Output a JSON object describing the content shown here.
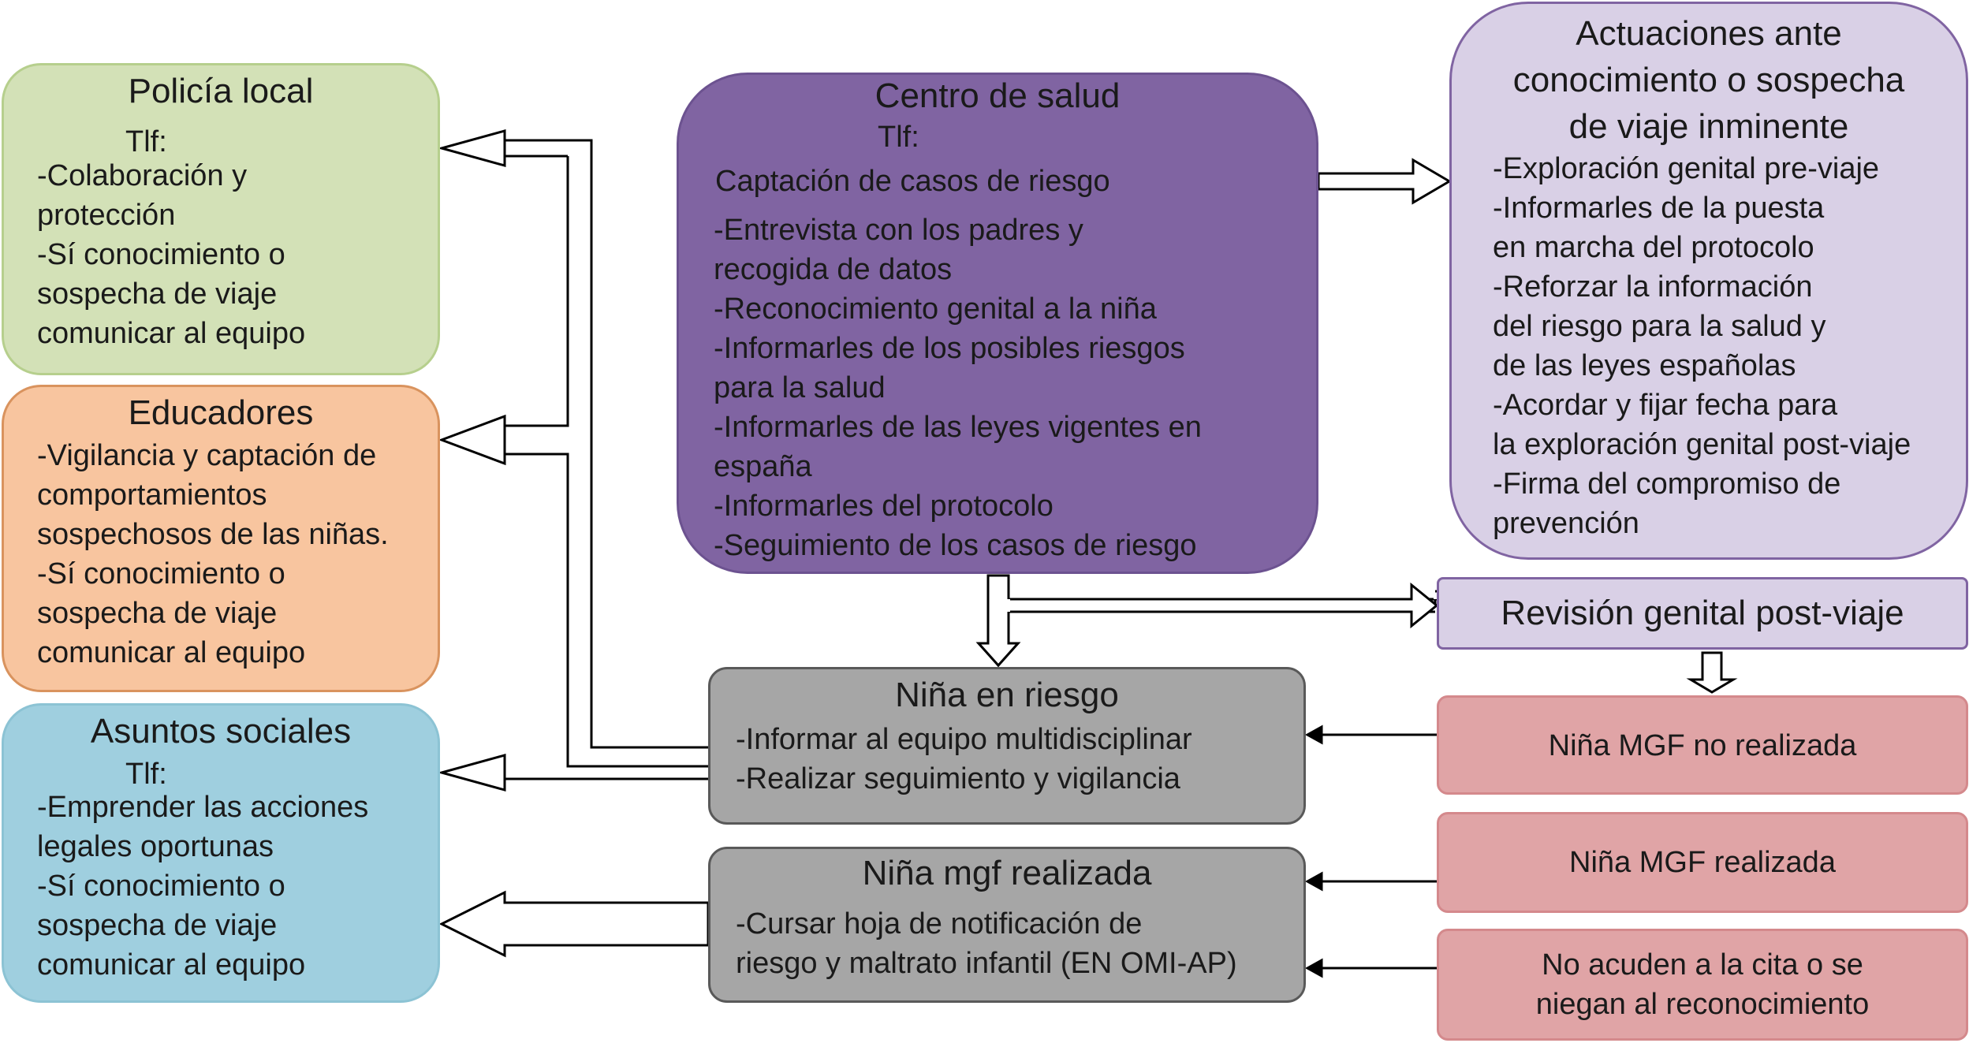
{
  "policia": {
    "title": "Policía local",
    "tlf": "Tlf:",
    "lines": [
      "-Colaboración y",
      "protección",
      "-Sí conocimiento o",
      "sospecha de viaje",
      "comunicar al equipo"
    ]
  },
  "educadores": {
    "title": "Educadores",
    "lines": [
      "-Vigilancia y captación de",
      "comportamientos",
      "sospechosos de las niñas.",
      "-Sí conocimiento o",
      "sospecha de viaje",
      "comunicar al equipo"
    ]
  },
  "asuntos": {
    "title": "Asuntos sociales",
    "tlf": "Tlf:",
    "lines": [
      "-Emprender las acciones",
      "legales oportunas",
      "-Sí conocimiento o",
      "sospecha de viaje",
      "comunicar al equipo"
    ]
  },
  "centro": {
    "title": "Centro de salud",
    "tlf": "Tlf:",
    "subtitle": "Captación de casos de riesgo",
    "lines": [
      "-Entrevista con los padres y",
      "recogida de datos",
      "-Reconocimiento genital a la niña",
      "-Informarles de los posibles riesgos",
      "para la salud",
      "-Informarles de las leyes vigentes en",
      "españa",
      "-Informarles del protocolo",
      "-Seguimiento de los casos de riesgo"
    ]
  },
  "actuaciones": {
    "title_lines": [
      "Actuaciones ante",
      "conocimiento o sospecha",
      "de viaje inminente"
    ],
    "lines": [
      "-Exploración genital pre-viaje",
      "-Informarles de la puesta",
      "en marcha del protocolo",
      "-Reforzar la información",
      "del riesgo para la salud y",
      "de las leyes españolas",
      "-Acordar y fijar fecha para",
      "la exploración genital post-viaje",
      "-Firma del compromiso de",
      "prevención"
    ]
  },
  "revision": {
    "title": "Revisión genital post-viaje"
  },
  "nina_riesgo": {
    "title": "Niña en riesgo",
    "lines": [
      "-Informar al equipo multidisciplinar",
      "-Realizar seguimiento y vigilancia"
    ]
  },
  "nina_mgf": {
    "title": "Niña mgf realizada",
    "lines": [
      "-Cursar hoja de notificación de",
      "riesgo y maltrato infantil (EN OMI-AP)"
    ]
  },
  "outcomes": {
    "no_realizada": "Niña MGF no realizada",
    "realizada": "Niña MGF realizada",
    "no_acuden": [
      "No acuden a la cita o se",
      "niegan al reconocimiento"
    ]
  },
  "colors": {
    "policia_fill": "#d3e1b7",
    "policia_border": "#b6cf8d",
    "educadores_fill": "#f8c59f",
    "educadores_border": "#d9935e",
    "asuntos_fill": "#9fcfdf",
    "asuntos_border": "#8cc3d4",
    "centro_fill": "#8064a2",
    "centro_border": "#6c5290",
    "actuaciones_fill": "#d9d0e6",
    "actuaciones_border": "#8064a2",
    "gray_fill": "#a6a6a6",
    "gray_border": "#595959",
    "pink_fill": "#e0a4a6",
    "pink_border": "#d4898c"
  }
}
